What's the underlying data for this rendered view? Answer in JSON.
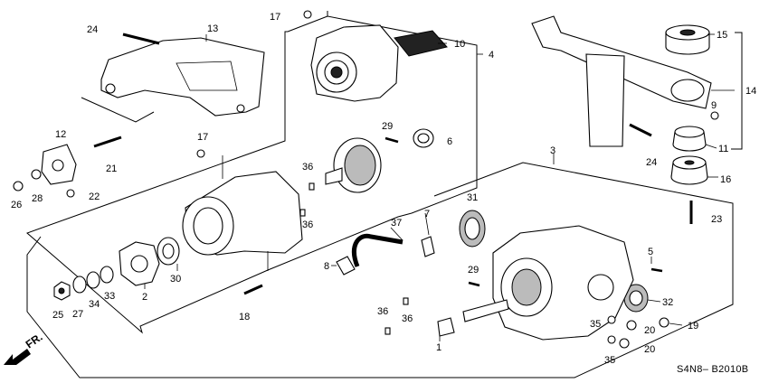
{
  "diagram": {
    "callouts": [
      "1",
      "2",
      "3",
      "4",
      "5",
      "6",
      "7",
      "8",
      "9",
      "10",
      "11",
      "12",
      "13",
      "14",
      "15",
      "16",
      "17",
      "17",
      "18",
      "19",
      "20",
      "20",
      "21",
      "22",
      "23",
      "24",
      "24",
      "25",
      "26",
      "27",
      "28",
      "29",
      "29",
      "30",
      "31",
      "32",
      "33",
      "34",
      "35",
      "35",
      "36",
      "36",
      "36",
      "36",
      "37"
    ],
    "diagram_code": "S4N8– B2010B",
    "arrow_label": "FR."
  }
}
